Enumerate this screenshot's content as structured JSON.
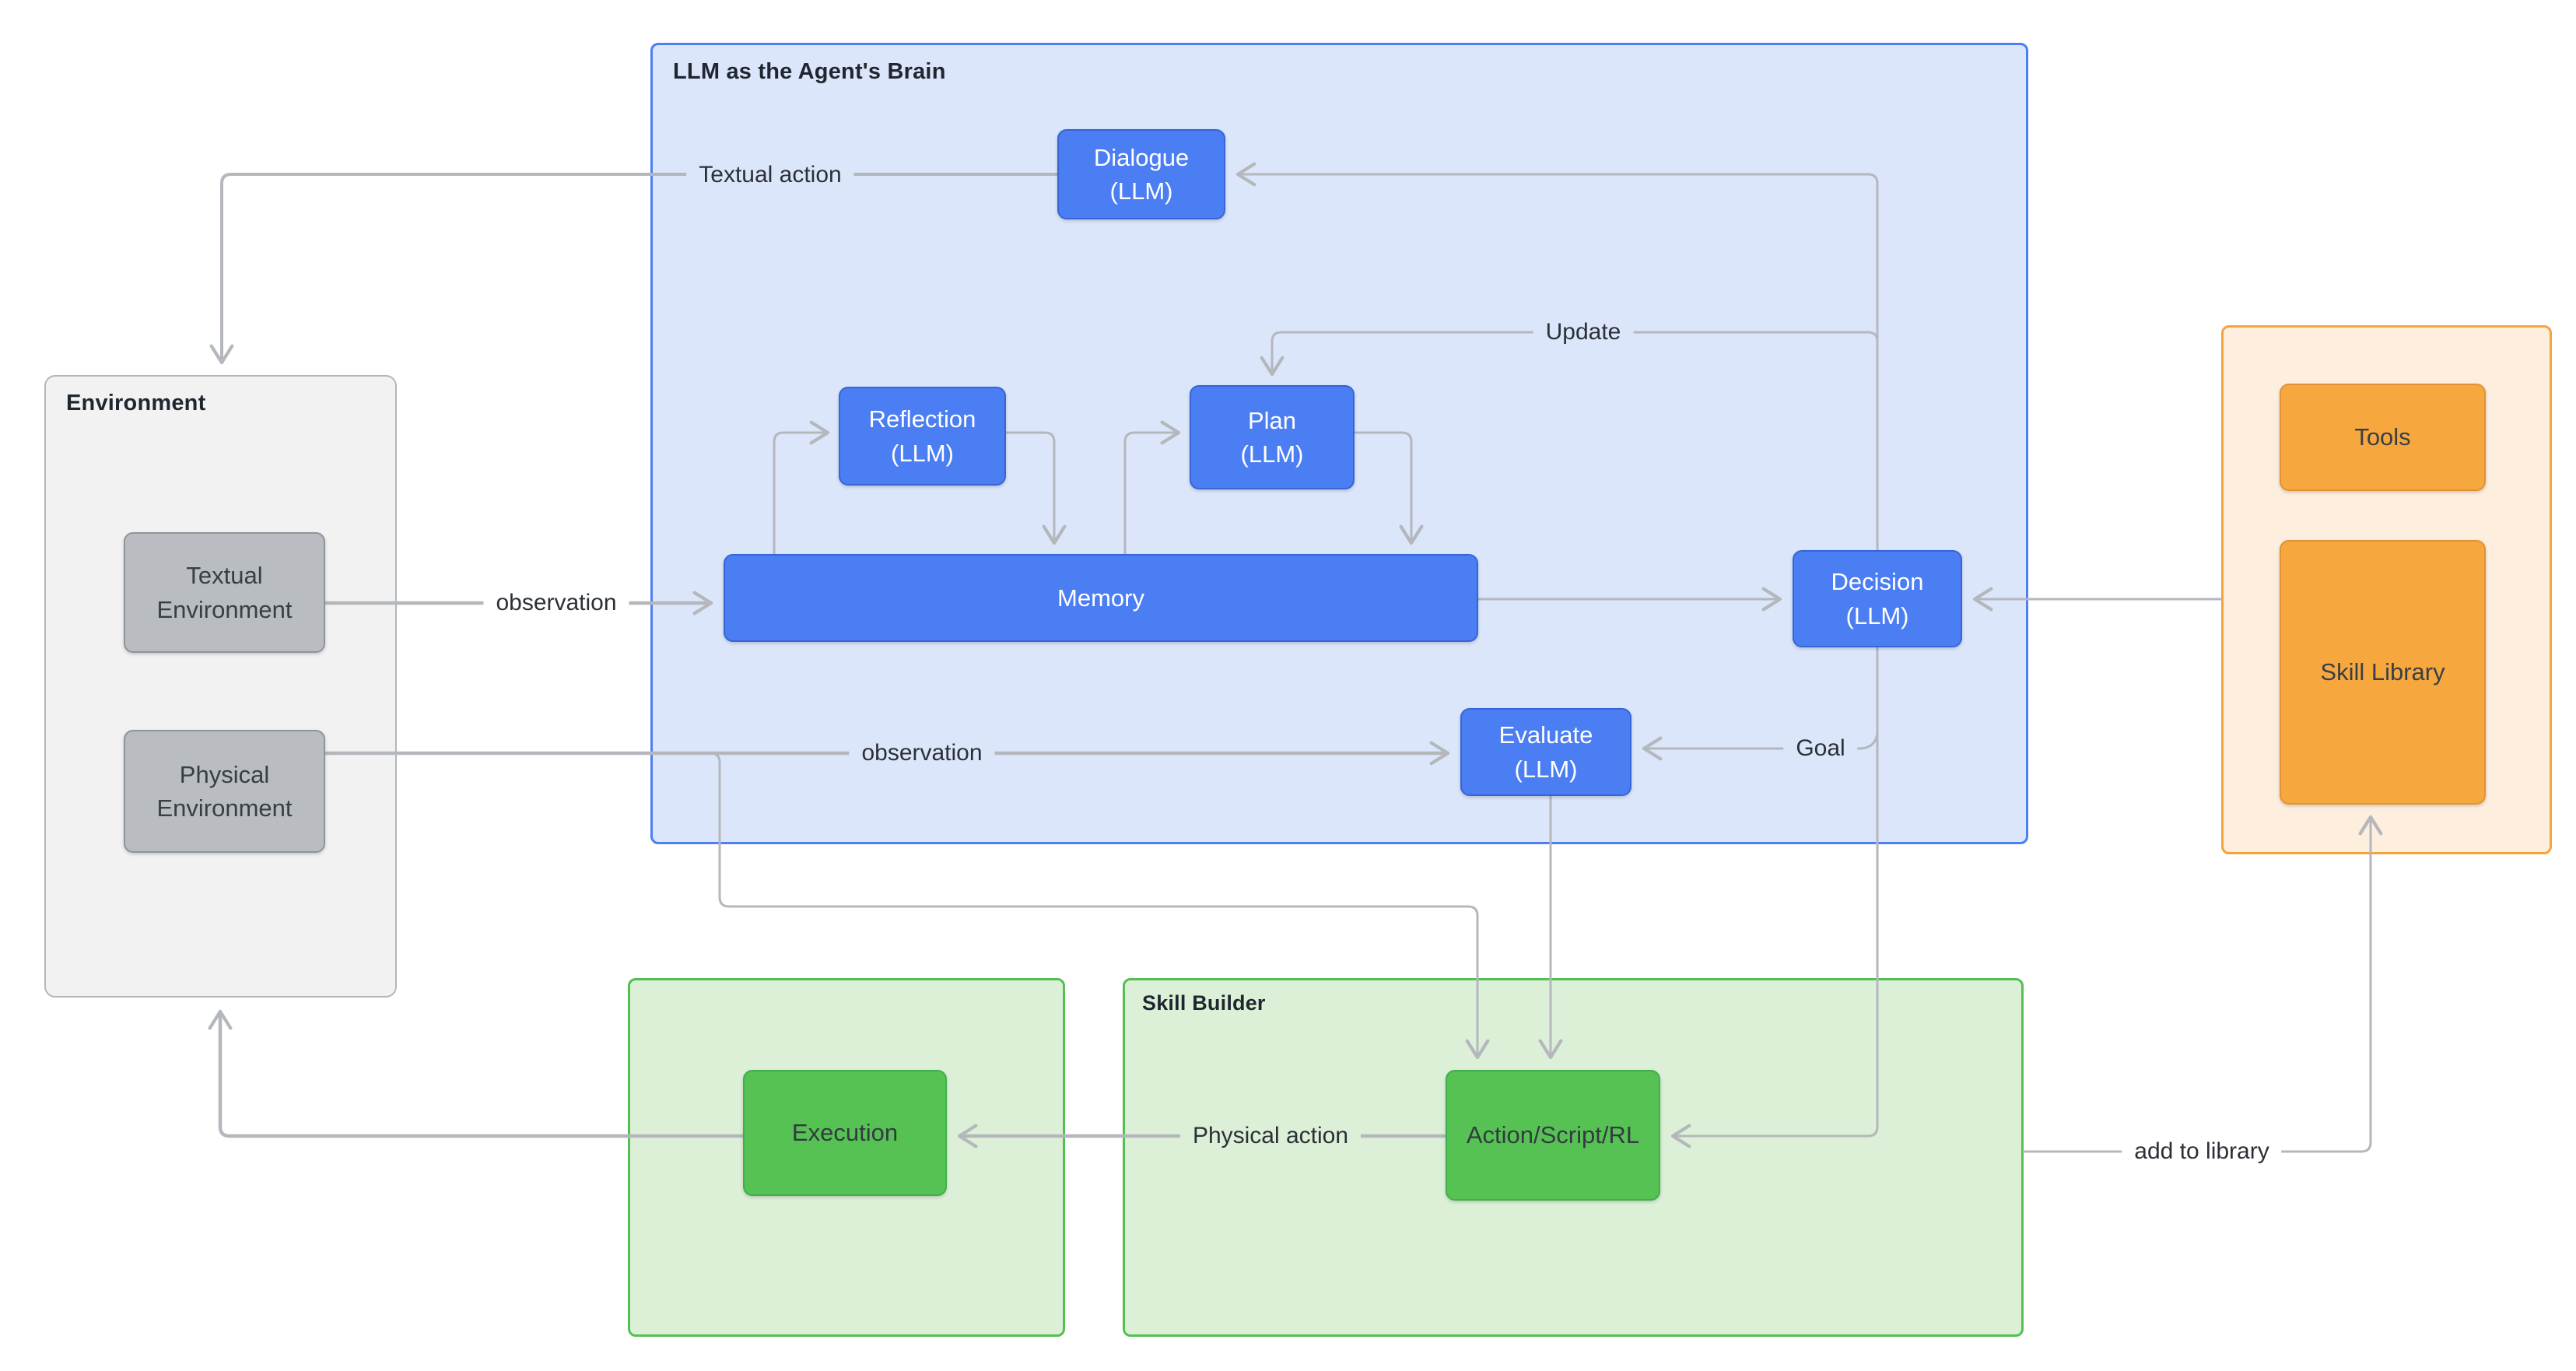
{
  "colors": {
    "blue_node": "#4b7ef2",
    "blue_container_bg": "#dce6fb",
    "blue_container_border": "#4d7ef2",
    "gray_node": "#b9bdc2",
    "gray_container_bg": "#f2f2f3",
    "orange_node": "#f6a83e",
    "orange_container_bg": "#fdeedd",
    "orange_container_border": "#f5a33b",
    "green_node": "#56c253",
    "green_container_bg": "#dcf0d8",
    "green_container_border": "#52c152",
    "connector": "#b4b7bc"
  },
  "containers": {
    "brain": {
      "title": "LLM as the Agent's Brain"
    },
    "environment": {
      "title": "Environment"
    },
    "skill_builder": {
      "title": "Skill Builder"
    }
  },
  "nodes": {
    "dialogue": {
      "label": "Dialogue\n(LLM)"
    },
    "reflection": {
      "label": "Reflection\n(LLM)"
    },
    "plan": {
      "label": "Plan\n(LLM)"
    },
    "memory": {
      "label": "Memory"
    },
    "decision": {
      "label": "Decision\n(LLM)"
    },
    "evaluate": {
      "label": "Evaluate\n(LLM)"
    },
    "textual_environment": {
      "label": "Textual\nEnvironment"
    },
    "physical_environment": {
      "label": "Physical\nEnvironment"
    },
    "tools": {
      "label": "Tools"
    },
    "skill_library": {
      "label": "Skill Library"
    },
    "execution": {
      "label": "Execution"
    },
    "action_script_rl": {
      "label": "Action/Script/RL"
    }
  },
  "edge_labels": {
    "textual_action": "Textual action",
    "observation_textual": "observation",
    "observation_physical": "observation",
    "update": "Update",
    "goal": "Goal",
    "physical_action": "Physical action",
    "add_to_library": "add to library"
  }
}
